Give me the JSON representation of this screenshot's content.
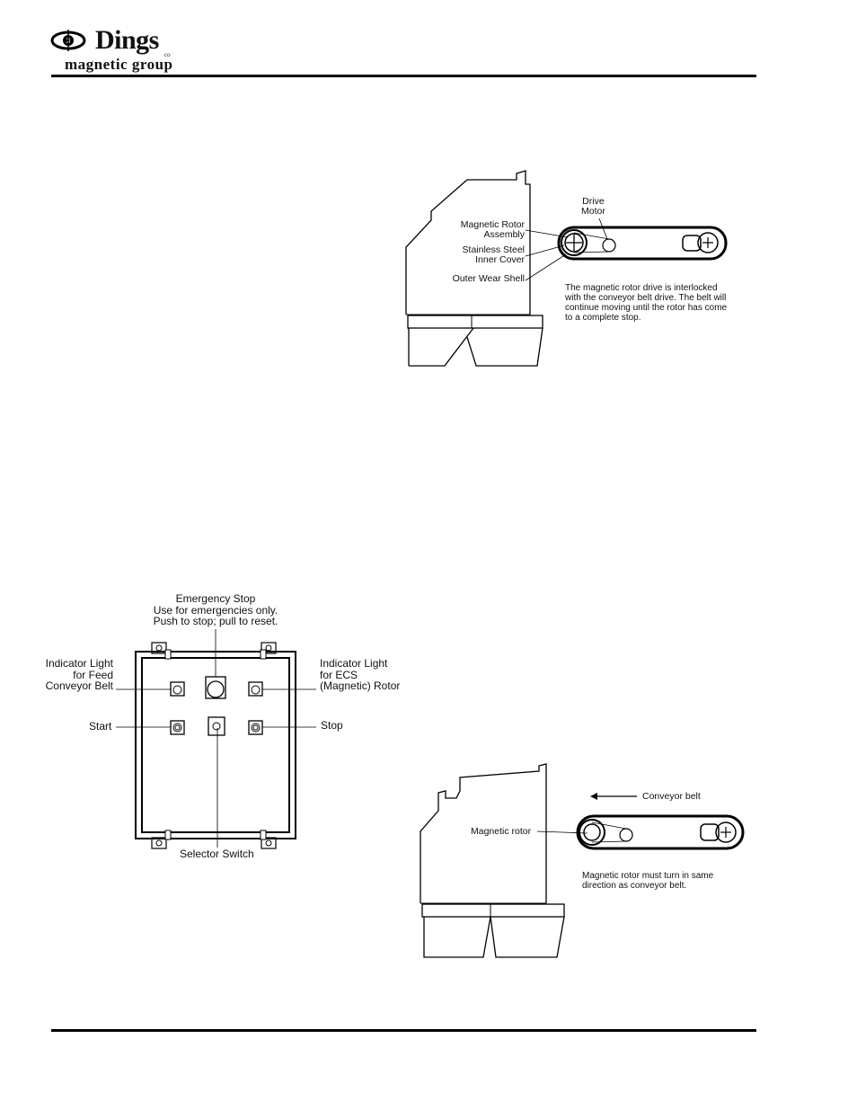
{
  "header": {
    "brand": "Dings",
    "co": "co",
    "subtitle": "magnetic group"
  },
  "figure_rotor_drive": {
    "drive_motor": "Drive\nMotor",
    "magnetic_rotor_assembly": "Magnetic Rotor\nAssembly",
    "stainless_steel_inner_cover": "Stainless Steel\nInner Cover",
    "outer_wear_shell": "Outer Wear Shell",
    "note": "The magnetic rotor drive is interlocked\nwith the conveyor belt drive. The belt will\ncontinue moving until the rotor has come\nto a complete stop."
  },
  "figure_control_panel": {
    "emergency_stop": "Emergency Stop\nUse for emergencies only.\nPush to stop; pull to reset.",
    "indicator_feed": "Indicator Light\nfor Feed\nConveyor Belt",
    "indicator_ecs": "Indicator Light\nfor ECS\n(Magnetic) Rotor",
    "start": "Start",
    "stop": "Stop",
    "selector_switch": "Selector Switch"
  },
  "figure_rotation": {
    "conveyor_belt": "Conveyor belt",
    "magnetic_rotor": "Magnetic rotor",
    "note": "Magnetic rotor must turn in same\ndirection as conveyor belt."
  }
}
